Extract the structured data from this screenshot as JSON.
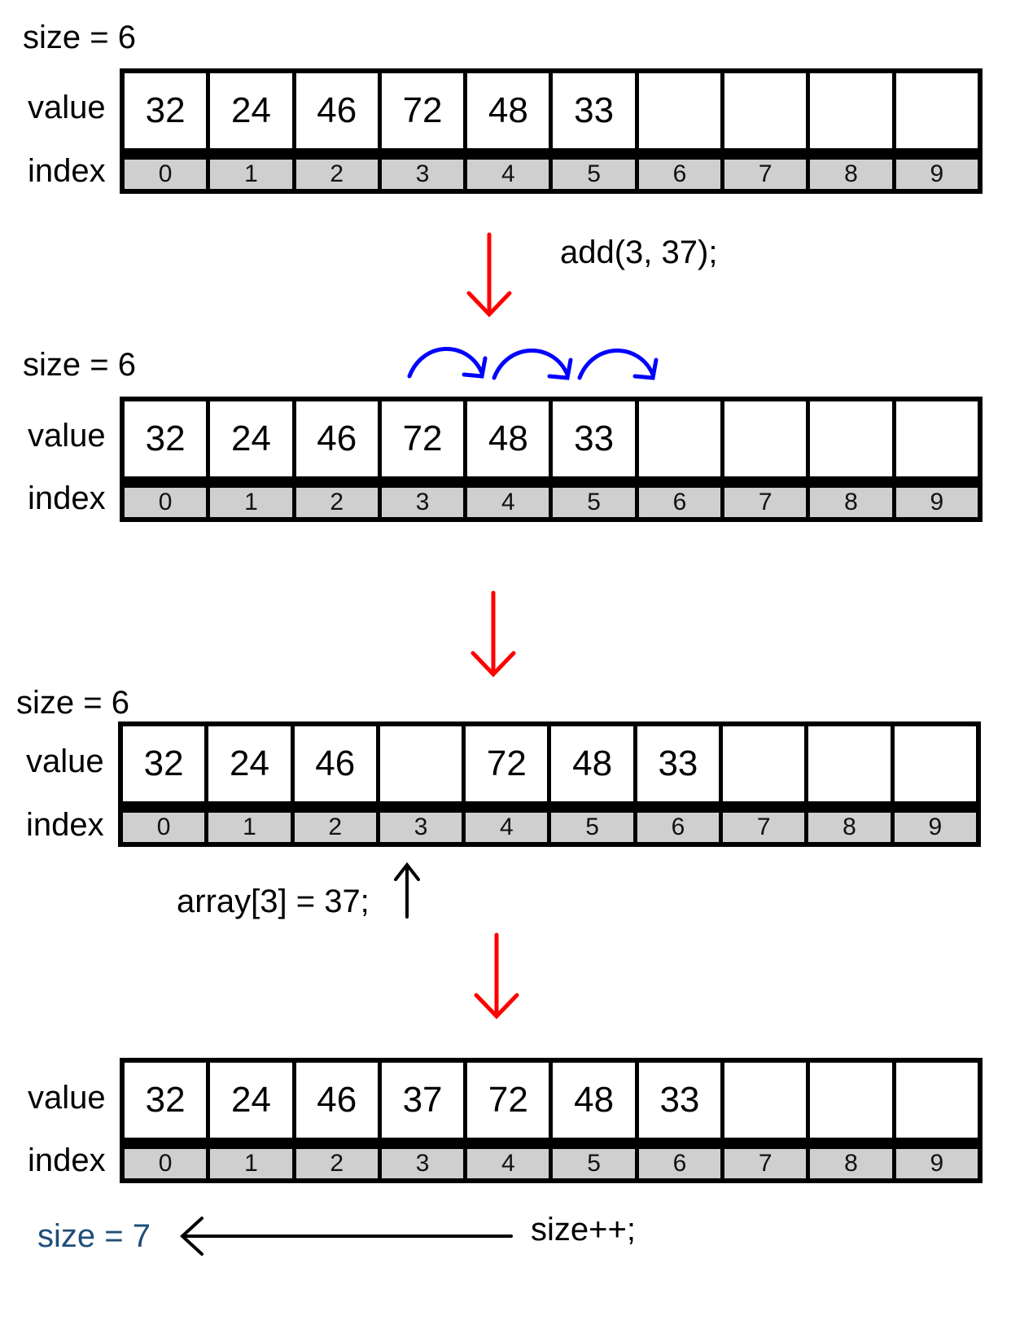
{
  "labels": {
    "value": "value",
    "index": "index"
  },
  "indices": [
    "0",
    "1",
    "2",
    "3",
    "4",
    "5",
    "6",
    "7",
    "8",
    "9"
  ],
  "steps": [
    {
      "size_label": "size = 6",
      "values": [
        "32",
        "24",
        "46",
        "72",
        "48",
        "33",
        "",
        "",
        "",
        ""
      ]
    },
    {
      "size_label": "size = 6",
      "values": [
        "32",
        "24",
        "46",
        "72",
        "48",
        "33",
        "",
        "",
        "",
        ""
      ]
    },
    {
      "size_label": "size = 6",
      "values": [
        "32",
        "24",
        "46",
        "",
        "72",
        "48",
        "33",
        "",
        "",
        ""
      ]
    },
    {
      "size_label": "",
      "values": [
        "32",
        "24",
        "46",
        "37",
        "72",
        "48",
        "33",
        "",
        "",
        ""
      ]
    }
  ],
  "operations": {
    "add_call": "add(3, 37);",
    "assign": "array[3] = 37;",
    "increment": "size++;"
  },
  "final_size": "size = 7",
  "colors": {
    "step_arrow": "#ff0000",
    "shift_arrow": "#0000ff",
    "final_size": "#1f4e79"
  }
}
